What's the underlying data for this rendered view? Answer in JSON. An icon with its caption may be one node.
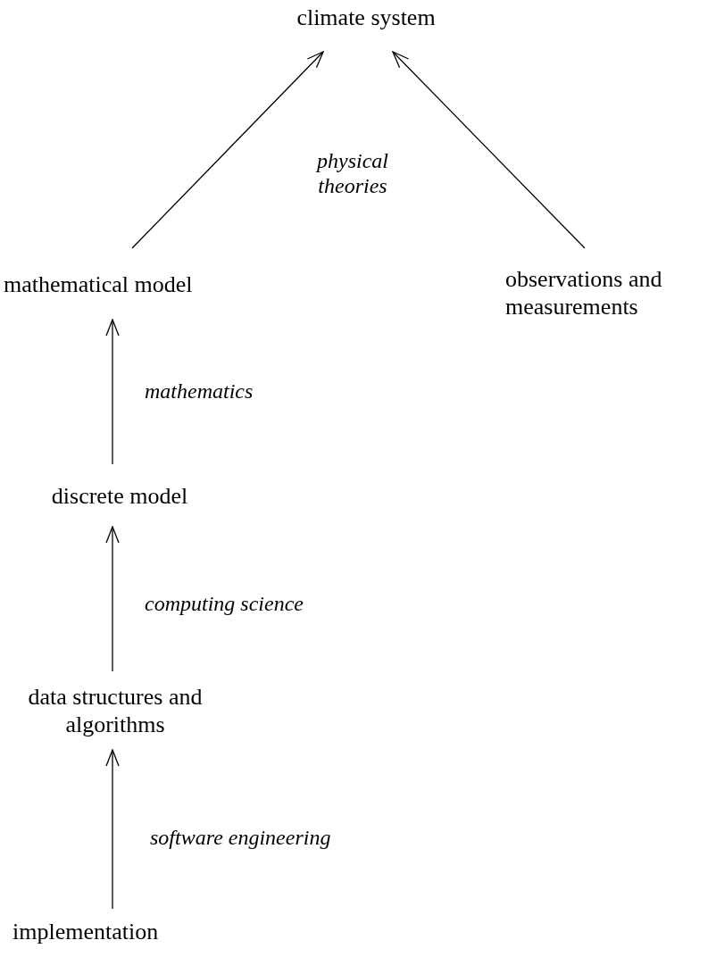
{
  "diagram": {
    "nodes": [
      {
        "text": [
          "climate system"
        ]
      },
      {
        "text": [
          "mathematical model"
        ]
      },
      {
        "text": [
          "observations and measurements"
        ]
      },
      {
        "text": [
          "discrete model"
        ]
      },
      {
        "text": [
          "data structures and algorithms"
        ]
      },
      {
        "text": [
          "implementation"
        ]
      }
    ],
    "edges": [
      {
        "from": 1,
        "to": 0,
        "arrow": "to",
        "label": "physical theories"
      },
      {
        "from": 2,
        "to": 0,
        "arrow": "to"
      },
      {
        "from": 3,
        "to": 1,
        "arrow": "to",
        "label": "mathematics"
      },
      {
        "from": 4,
        "to": 3,
        "arrow": "to",
        "label": "computing science"
      },
      {
        "from": 5,
        "to": 4,
        "arrow": "to",
        "label": "software engineering"
      }
    ]
  }
}
